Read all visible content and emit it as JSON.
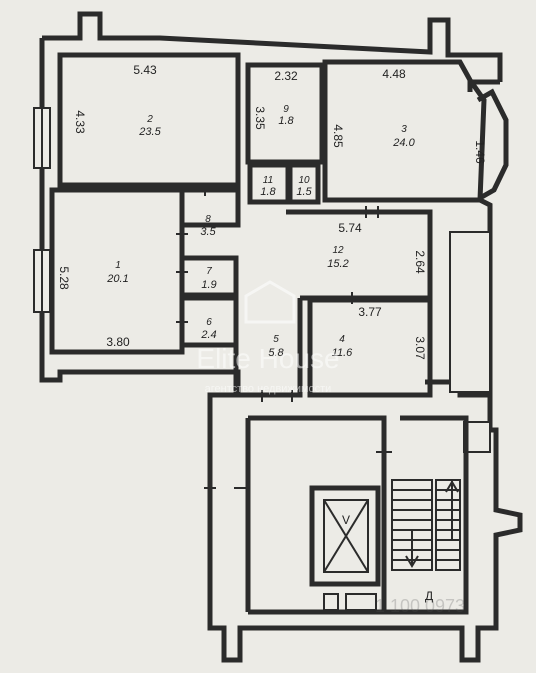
{
  "rooms": [
    {
      "id": "room-2",
      "num": "2",
      "area": "23.5"
    },
    {
      "id": "room-9",
      "num": "9",
      "area": "1.8"
    },
    {
      "id": "room-3",
      "num": "3",
      "area": "24.0"
    },
    {
      "id": "room-11",
      "num": "11",
      "area": "1.8"
    },
    {
      "id": "room-10",
      "num": "10",
      "area": "1.5"
    },
    {
      "id": "room-8",
      "num": "8",
      "area": "3.5"
    },
    {
      "id": "room-1",
      "num": "1",
      "area": "20.1"
    },
    {
      "id": "room-12",
      "num": "12",
      "area": "15.2"
    },
    {
      "id": "room-7",
      "num": "7",
      "area": "1.9"
    },
    {
      "id": "room-6",
      "num": "6",
      "area": "2.4"
    },
    {
      "id": "room-5",
      "num": "5",
      "area": "5.8"
    },
    {
      "id": "room-4",
      "num": "4",
      "area": "11.6"
    }
  ],
  "dimensions": {
    "d_5_43": "5.43",
    "d_4_33": "4.33",
    "d_2_32": "2.32",
    "d_3_35": "3.35",
    "d_4_48": "4.48",
    "d_4_85": "4.85",
    "d_1_46": "1.46",
    "d_5_74": "5.74",
    "d_5_28": "5.28",
    "d_2_64": "2.64",
    "d_3_77": "3.77",
    "d_3_80": "3.80",
    "d_3_07": "3.07"
  },
  "stair_label": "Д",
  "watermark": {
    "brand": "Elite House",
    "tagline": "агентство недвижимости",
    "corner": "1 100 0973"
  }
}
